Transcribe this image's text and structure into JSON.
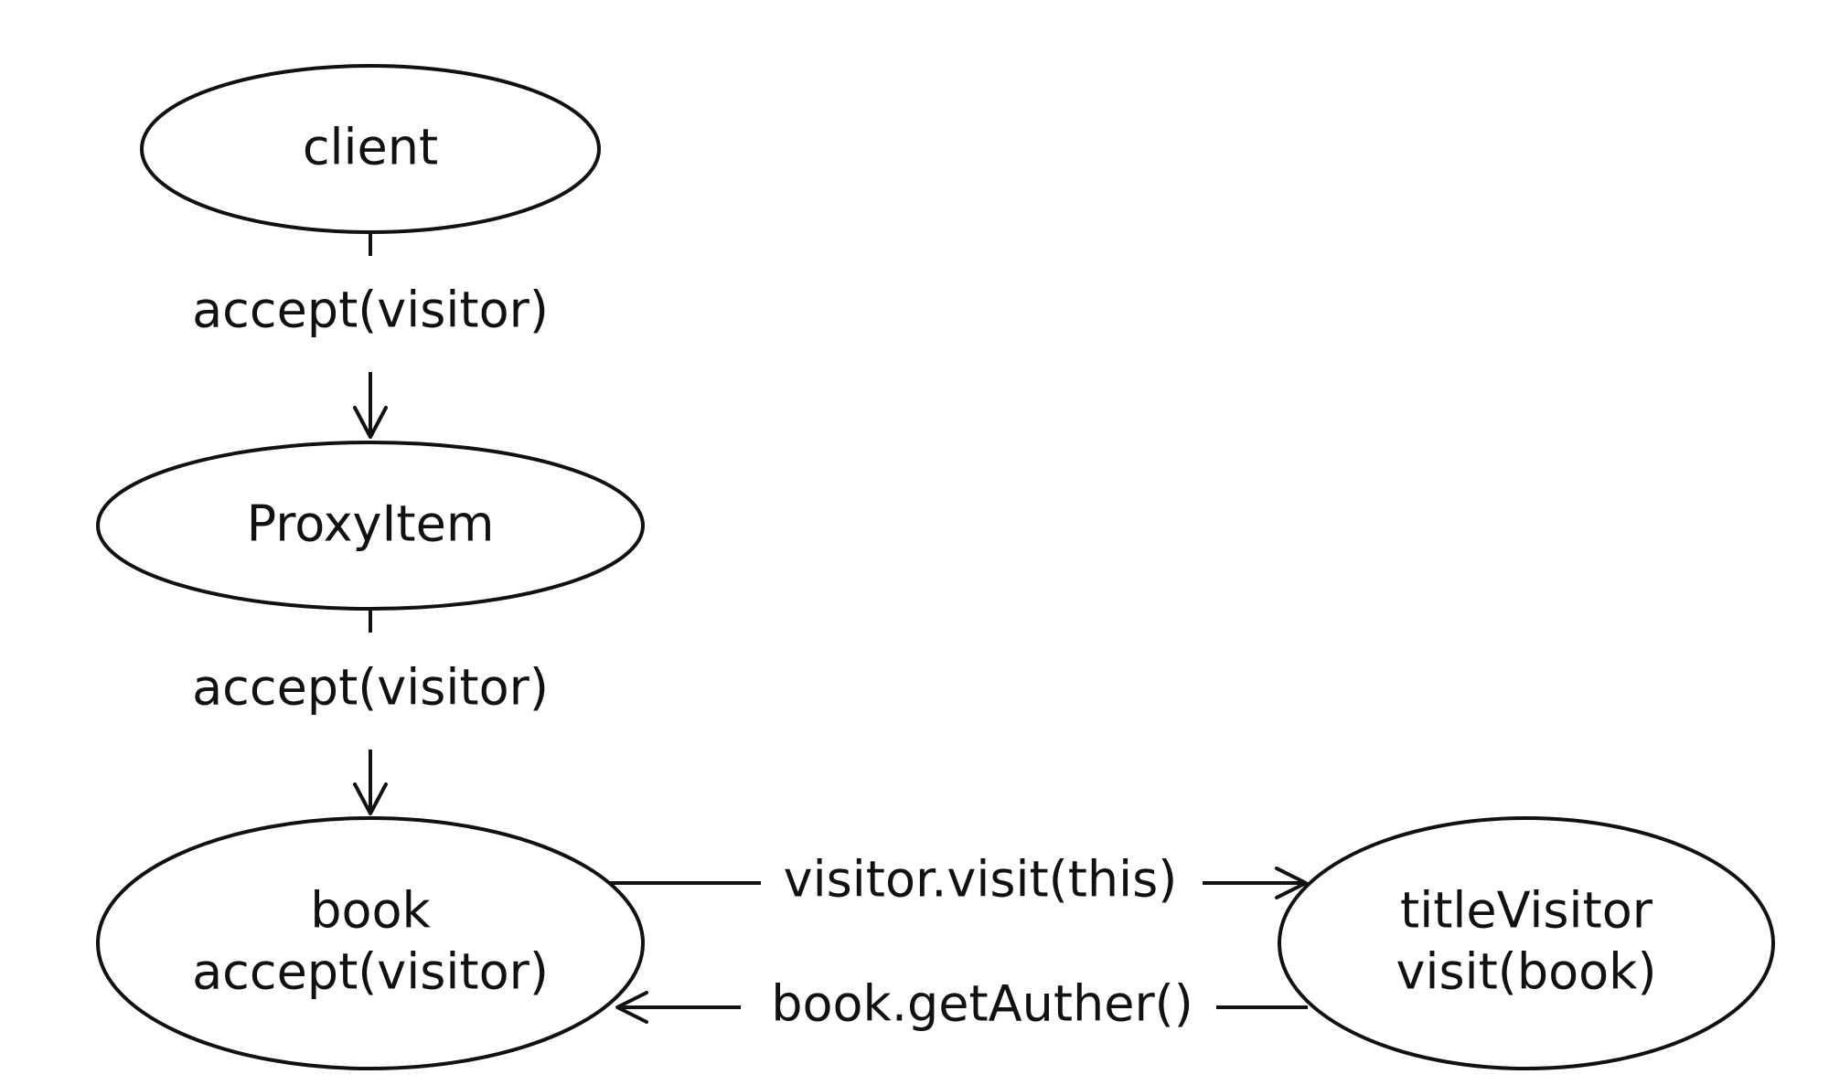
{
  "diagram": {
    "nodes": {
      "client": {
        "label": "client"
      },
      "proxy_item": {
        "label": "ProxyItem"
      },
      "book": {
        "line1": "book",
        "line2": "accept(visitor)"
      },
      "title_visitor": {
        "line1": "titleVisitor",
        "line2": "visit(book)"
      }
    },
    "edges": {
      "client_to_proxy": {
        "label": "accept(visitor)"
      },
      "proxy_to_book": {
        "label": "accept(visitor)"
      },
      "book_to_title_visitor": {
        "label": "visitor.visit(this)"
      },
      "title_visitor_to_book": {
        "label": "book.getAuther()"
      }
    }
  }
}
